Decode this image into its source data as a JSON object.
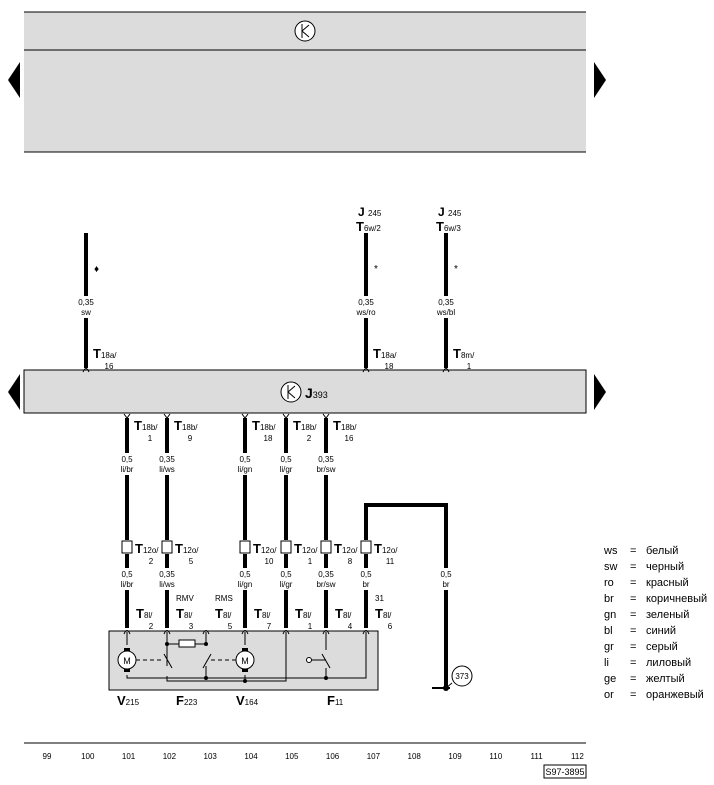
{
  "top_unit": {
    "symbol": "K"
  },
  "control_unit": {
    "symbol": "K",
    "name": "J",
    "name_sub": "393"
  },
  "upper_wires": [
    {
      "size": "0,35",
      "color": "sw",
      "mark": "♦",
      "from": null,
      "from_sub": null,
      "pin": "T",
      "pin_sub": "18a/",
      "pin_num": "16"
    },
    {
      "size": "0,35",
      "color": "ws/ro",
      "mark": "*",
      "from": "J",
      "from_sub": "245",
      "from_pin": "T",
      "from_pin_sub": "6w/2",
      "pin": "T",
      "pin_sub": "18a/",
      "pin_num": "18"
    },
    {
      "size": "0,35",
      "color": "ws/bl",
      "mark": "*",
      "from": "J",
      "from_sub": "245",
      "from_pin": "T",
      "from_pin_sub": "6w/3",
      "pin": "T",
      "pin_sub": "8m/",
      "pin_num": "1"
    }
  ],
  "lower_wires": [
    {
      "pin": "T",
      "pin_sub": "18b/",
      "pin_num": "1",
      "size": "0,5",
      "color": "li/br",
      "conn_sub": "12o/",
      "conn_num": "2",
      "size2": "0,5",
      "color2": "li/br",
      "label": "",
      "t8_num": "2"
    },
    {
      "pin": "T",
      "pin_sub": "18b/",
      "pin_num": "9",
      "size": "0,35",
      "color": "li/ws",
      "conn_sub": "12o/",
      "conn_num": "5",
      "size2": "0,35",
      "color2": "li/ws",
      "label": "RMV",
      "t8_num": "3"
    },
    {
      "pin": "",
      "pin_sub": "",
      "pin_num": "",
      "size": "",
      "color": "",
      "conn_sub": "",
      "conn_num": "",
      "size2": "",
      "color2": "",
      "label": "RMS",
      "t8_num": "5"
    },
    {
      "pin": "T",
      "pin_sub": "18b/",
      "pin_num": "18",
      "size": "0,5",
      "color": "li/gn",
      "conn_sub": "12o/",
      "conn_num": "10",
      "size2": "0,5",
      "color2": "li/gn",
      "label": "",
      "t8_num": "7"
    },
    {
      "pin": "T",
      "pin_sub": "18b/",
      "pin_num": "2",
      "size": "0,5",
      "color": "li/gr",
      "conn_sub": "12o/",
      "conn_num": "1",
      "size2": "0,5",
      "color2": "li/gr",
      "label": "",
      "t8_num": "1"
    },
    {
      "pin": "T",
      "pin_sub": "18b/",
      "pin_num": "16",
      "size": "0,35",
      "color": "br/sw",
      "conn_sub": "12o/",
      "conn_num": "8",
      "size2": "0,35",
      "color2": "br/sw",
      "label": "",
      "t8_num": "4"
    },
    {
      "pin": "",
      "pin_sub": "",
      "pin_num": "",
      "size": "",
      "color": "",
      "conn_sub": "12o/",
      "conn_num": "11",
      "size2": "0,5",
      "color2": "br",
      "label": "31",
      "t8_num": "6"
    }
  ],
  "connector_prefix": "T",
  "t8_prefix": "T",
  "t8_sub": "8l/",
  "ground_wire": {
    "size": "0,5",
    "color": "br",
    "ground_point": "373"
  },
  "components": [
    {
      "letter": "V",
      "sub": "215"
    },
    {
      "letter": "F",
      "sub": "223"
    },
    {
      "letter": "V",
      "sub": "164"
    },
    {
      "letter": "F",
      "sub": "11"
    }
  ],
  "motor_label": "M",
  "tracks": [
    "99",
    "100",
    "101",
    "102",
    "103",
    "104",
    "105",
    "106",
    "107",
    "108",
    "109",
    "110",
    "111",
    "112"
  ],
  "figure_id": "S97-3895",
  "legend": [
    {
      "code": "ws",
      "name": "белый"
    },
    {
      "code": "sw",
      "name": "черный"
    },
    {
      "code": "ro",
      "name": "красный"
    },
    {
      "code": "br",
      "name": "коричневый"
    },
    {
      "code": "gn",
      "name": "зеленый"
    },
    {
      "code": "bl",
      "name": "синий"
    },
    {
      "code": "gr",
      "name": "серый"
    },
    {
      "code": "li",
      "name": "лиловый"
    },
    {
      "code": "ge",
      "name": "желтый"
    },
    {
      "code": "or",
      "name": "оранжевый"
    }
  ],
  "legend_eq": "="
}
